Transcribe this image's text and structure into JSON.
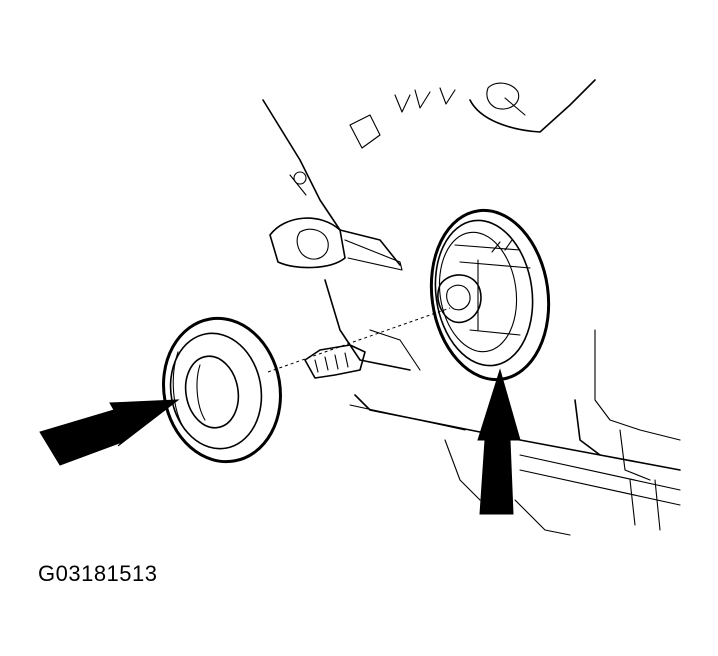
{
  "figure": {
    "code": "G03181513",
    "colors": {
      "line": "#000000",
      "background": "#ffffff"
    }
  },
  "callouts": [
    {
      "id": "arrow-left",
      "direction": "pointing-right"
    },
    {
      "id": "arrow-up",
      "direction": "pointing-up"
    }
  ]
}
